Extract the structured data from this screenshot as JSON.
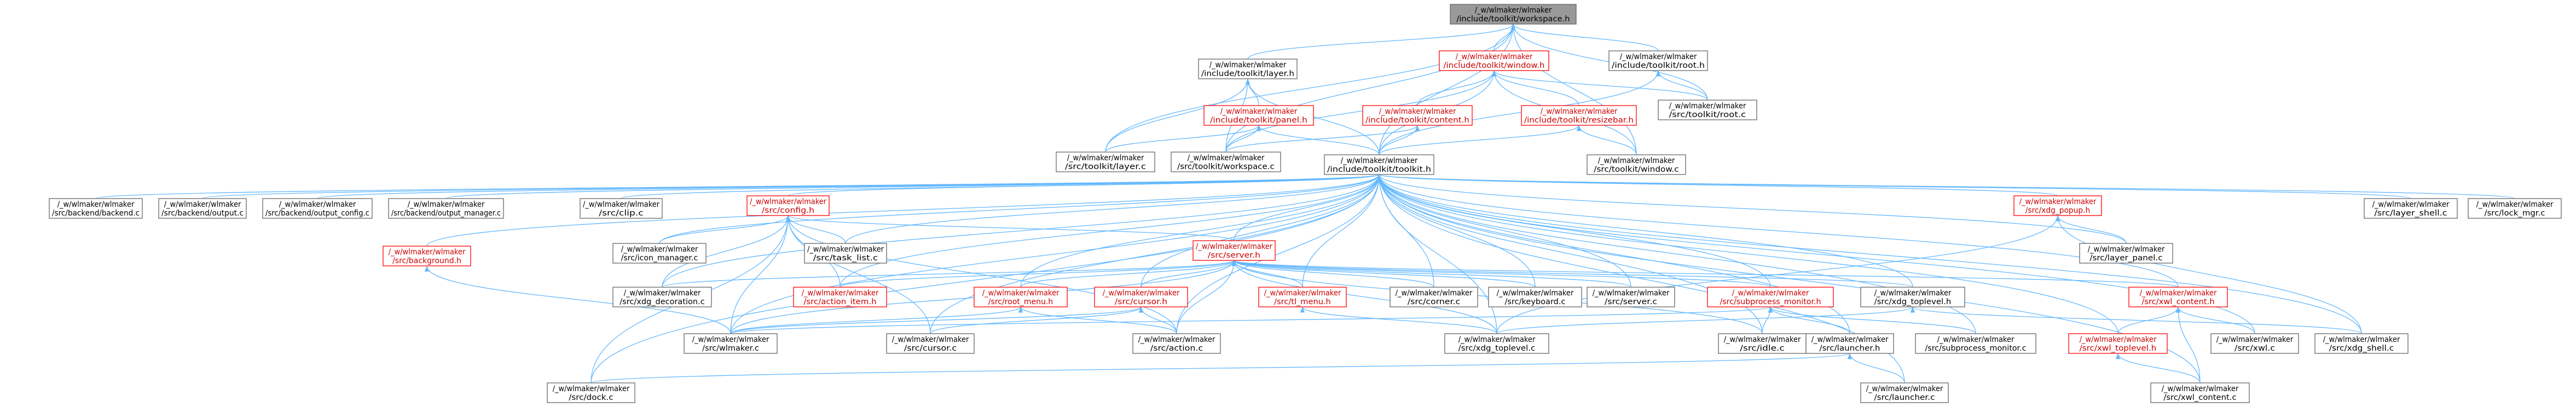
{
  "colors": {
    "edge": "#63b8ff",
    "root_fill": "#999999",
    "root_stroke": "#666666",
    "node_fill": "#ffffff",
    "node_stroke": "#666666",
    "incomplete_stroke": "#ff0000",
    "text": "#000000",
    "text_incomplete": "#cc0000"
  },
  "nodes": [
    {
      "id": "ws_h",
      "l1": "/_w/wlmaker/wlmaker",
      "l2": "/include/toolkit/workspace.h",
      "root": true,
      "red": false
    },
    {
      "id": "layer_h",
      "l1": "/_w/wlmaker/wlmaker",
      "l2": "/include/toolkit/layer.h",
      "red": false
    },
    {
      "id": "window_h",
      "l1": "/_w/wlmaker/wlmaker",
      "l2": "/include/toolkit/window.h",
      "red": true
    },
    {
      "id": "root_h",
      "l1": "/_w/wlmaker/wlmaker",
      "l2": "/include/toolkit/root.h",
      "red": false
    },
    {
      "id": "panel_h",
      "l1": "/_w/wlmaker/wlmaker",
      "l2": "/include/toolkit/panel.h",
      "red": true
    },
    {
      "id": "content_h",
      "l1": "/_w/wlmaker/wlmaker",
      "l2": "/include/toolkit/content.h",
      "red": true
    },
    {
      "id": "resizebar_h",
      "l1": "/_w/wlmaker/wlmaker",
      "l2": "/include/toolkit/resizebar.h",
      "red": true
    },
    {
      "id": "root_c",
      "l1": "/_w/wlmaker/wlmaker",
      "l2": "/src/toolkit/root.c",
      "red": false
    },
    {
      "id": "layer_c",
      "l1": "/_w/wlmaker/wlmaker",
      "l2": "/src/toolkit/layer.c",
      "red": false
    },
    {
      "id": "workspace_c",
      "l1": "/_w/wlmaker/wlmaker",
      "l2": "/src/toolkit/workspace.c",
      "red": false
    },
    {
      "id": "toolkit_h",
      "l1": "/_w/wlmaker/wlmaker",
      "l2": "/include/toolkit/toolkit.h",
      "red": false
    },
    {
      "id": "window_c",
      "l1": "/_w/wlmaker/wlmaker",
      "l2": "/src/toolkit/window.c",
      "red": false
    },
    {
      "id": "backend_c",
      "l1": "/_w/wlmaker/wlmaker",
      "l2": "/src/backend/backend.c",
      "red": false
    },
    {
      "id": "output_c",
      "l1": "/_w/wlmaker/wlmaker",
      "l2": "/src/backend/output.c",
      "red": false
    },
    {
      "id": "output_config_c",
      "l1": "/_w/wlmaker/wlmaker",
      "l2": "/src/backend/output_config.c",
      "red": false
    },
    {
      "id": "output_manager_c",
      "l1": "/_w/wlmaker/wlmaker",
      "l2": "/src/backend/output_manager.c",
      "red": false
    },
    {
      "id": "clip_c",
      "l1": "/_w/wlmaker/wlmaker",
      "l2": "/src/clip.c",
      "red": false
    },
    {
      "id": "config_h",
      "l1": "/_w/wlmaker/wlmaker",
      "l2": "/src/config.h",
      "red": true
    },
    {
      "id": "xdg_popup_h",
      "l1": "/_w/wlmaker/wlmaker",
      "l2": "/src/xdg_popup.h",
      "red": true
    },
    {
      "id": "layer_shell_c",
      "l1": "/_w/wlmaker/wlmaker",
      "l2": "/src/layer_shell.c",
      "red": false
    },
    {
      "id": "lock_mgr_c",
      "l1": "/_w/wlmaker/wlmaker",
      "l2": "/src/lock_mgr.c",
      "red": false
    },
    {
      "id": "background_h",
      "l1": "/_w/wlmaker/wlmaker",
      "l2": "/src/background.h",
      "red": true
    },
    {
      "id": "icon_manager_c",
      "l1": "/_w/wlmaker/wlmaker",
      "l2": "/src/icon_manager.c",
      "red": false
    },
    {
      "id": "task_list_c",
      "l1": "/_w/wlmaker/wlmaker",
      "l2": "/src/task_list.c",
      "red": false
    },
    {
      "id": "server_h",
      "l1": "/_w/wlmaker/wlmaker",
      "l2": "/src/server.h",
      "red": true
    },
    {
      "id": "layer_panel_c",
      "l1": "/_w/wlmaker/wlmaker",
      "l2": "/src/layer_panel.c",
      "red": false
    },
    {
      "id": "xdg_decoration_c",
      "l1": "/_w/wlmaker/wlmaker",
      "l2": "/src/xdg_decoration.c",
      "red": false
    },
    {
      "id": "action_item_h",
      "l1": "/_w/wlmaker/wlmaker",
      "l2": "/src/action_item.h",
      "red": true
    },
    {
      "id": "root_menu_h",
      "l1": "/_w/wlmaker/wlmaker",
      "l2": "/src/root_menu.h",
      "red": true
    },
    {
      "id": "cursor_h",
      "l1": "/_w/wlmaker/wlmaker",
      "l2": "/src/cursor.h",
      "red": true
    },
    {
      "id": "tl_menu_h",
      "l1": "/_w/wlmaker/wlmaker",
      "l2": "/src/tl_menu.h",
      "red": true
    },
    {
      "id": "corner_c",
      "l1": "/_w/wlmaker/wlmaker",
      "l2": "/src/corner.c",
      "red": false
    },
    {
      "id": "keyboard_c",
      "l1": "/_w/wlmaker/wlmaker",
      "l2": "/src/keyboard.c",
      "red": false
    },
    {
      "id": "server_c",
      "l1": "/_w/wlmaker/wlmaker",
      "l2": "/src/server.c",
      "red": false
    },
    {
      "id": "subprocess_monitor_h",
      "l1": "/_w/wlmaker/wlmaker",
      "l2": "/src/subprocess_monitor.h",
      "red": true
    },
    {
      "id": "xdg_toplevel_h",
      "l1": "/_w/wlmaker/wlmaker",
      "l2": "/src/xdg_toplevel.h",
      "red": false
    },
    {
      "id": "xwl_content_h",
      "l1": "/_w/wlmaker/wlmaker",
      "l2": "/src/xwl_content.h",
      "red": true
    },
    {
      "id": "wlmaker_c",
      "l1": "/_w/wlmaker/wlmaker",
      "l2": "/src/wlmaker.c",
      "red": false
    },
    {
      "id": "cursor_c",
      "l1": "/_w/wlmaker/wlmaker",
      "l2": "/src/cursor.c",
      "red": false
    },
    {
      "id": "action_c",
      "l1": "/_w/wlmaker/wlmaker",
      "l2": "/src/action.c",
      "red": false
    },
    {
      "id": "xdg_toplevel_c",
      "l1": "/_w/wlmaker/wlmaker",
      "l2": "/src/xdg_toplevel.c",
      "red": false
    },
    {
      "id": "idle_c",
      "l1": "/_w/wlmaker/wlmaker",
      "l2": "/src/idle.c",
      "red": false
    },
    {
      "id": "launcher_h",
      "l1": "/_w/wlmaker/wlmaker",
      "l2": "/src/launcher.h",
      "red": false
    },
    {
      "id": "subprocess_monitor_c",
      "l1": "/_w/wlmaker/wlmaker",
      "l2": "/src/subprocess_monitor.c",
      "red": false
    },
    {
      "id": "xwl_toplevel_h",
      "l1": "/_w/wlmaker/wlmaker",
      "l2": "/src/xwl_toplevel.h",
      "red": true
    },
    {
      "id": "xwl_c",
      "l1": "/_w/wlmaker/wlmaker",
      "l2": "/src/xwl.c",
      "red": false
    },
    {
      "id": "xdg_shell_c",
      "l1": "/_w/wlmaker/wlmaker",
      "l2": "/src/xdg_shell.c",
      "red": false
    },
    {
      "id": "dock_c",
      "l1": "/_w/wlmaker/wlmaker",
      "l2": "/src/dock.c",
      "red": false
    },
    {
      "id": "launcher_c",
      "l1": "/_w/wlmaker/wlmaker",
      "l2": "/src/launcher.c",
      "red": false
    },
    {
      "id": "xwl_content_c",
      "l1": "/_w/wlmaker/wlmaker",
      "l2": "/src/xwl_content.c",
      "red": false
    }
  ],
  "edges": [
    [
      "layer_h",
      "ws_h"
    ],
    [
      "window_h",
      "ws_h"
    ],
    [
      "root_h",
      "ws_h"
    ],
    [
      "toolkit_h",
      "ws_h"
    ],
    [
      "layer_c",
      "ws_h"
    ],
    [
      "workspace_c",
      "ws_h"
    ],
    [
      "window_c",
      "ws_h"
    ],
    [
      "root_c",
      "ws_h"
    ],
    [
      "panel_h",
      "layer_h"
    ],
    [
      "toolkit_h",
      "layer_h"
    ],
    [
      "layer_c",
      "layer_h"
    ],
    [
      "workspace_c",
      "layer_h"
    ],
    [
      "content_h",
      "window_h"
    ],
    [
      "resizebar_h",
      "window_h"
    ],
    [
      "toolkit_h",
      "window_h"
    ],
    [
      "window_c",
      "window_h"
    ],
    [
      "root_c",
      "window_h"
    ],
    [
      "workspace_c",
      "window_h"
    ],
    [
      "toolkit_h",
      "root_h"
    ],
    [
      "root_c",
      "root_h"
    ],
    [
      "toolkit_h",
      "panel_h"
    ],
    [
      "layer_c",
      "panel_h"
    ],
    [
      "workspace_c",
      "panel_h"
    ],
    [
      "toolkit_h",
      "content_h"
    ],
    [
      "workspace_c",
      "content_h"
    ],
    [
      "toolkit_h",
      "resizebar_h"
    ],
    [
      "window_c",
      "resizebar_h"
    ],
    [
      "backend_c",
      "toolkit_h"
    ],
    [
      "output_c",
      "toolkit_h"
    ],
    [
      "output_config_c",
      "toolkit_h"
    ],
    [
      "output_manager_c",
      "toolkit_h"
    ],
    [
      "clip_c",
      "toolkit_h"
    ],
    [
      "config_h",
      "toolkit_h"
    ],
    [
      "xdg_popup_h",
      "toolkit_h"
    ],
    [
      "layer_shell_c",
      "toolkit_h"
    ],
    [
      "lock_mgr_c",
      "toolkit_h"
    ],
    [
      "background_h",
      "toolkit_h"
    ],
    [
      "icon_manager_c",
      "toolkit_h"
    ],
    [
      "task_list_c",
      "toolkit_h"
    ],
    [
      "server_h",
      "toolkit_h"
    ],
    [
      "layer_panel_c",
      "toolkit_h"
    ],
    [
      "xdg_decoration_c",
      "toolkit_h"
    ],
    [
      "action_item_h",
      "toolkit_h"
    ],
    [
      "root_menu_h",
      "toolkit_h"
    ],
    [
      "cursor_h",
      "toolkit_h"
    ],
    [
      "tl_menu_h",
      "toolkit_h"
    ],
    [
      "corner_c",
      "toolkit_h"
    ],
    [
      "keyboard_c",
      "toolkit_h"
    ],
    [
      "server_c",
      "toolkit_h"
    ],
    [
      "subprocess_monitor_h",
      "toolkit_h"
    ],
    [
      "xdg_toplevel_h",
      "toolkit_h"
    ],
    [
      "xwl_content_h",
      "toolkit_h"
    ],
    [
      "wlmaker_c",
      "toolkit_h"
    ],
    [
      "cursor_c",
      "toolkit_h"
    ],
    [
      "action_c",
      "toolkit_h"
    ],
    [
      "xdg_toplevel_c",
      "toolkit_h"
    ],
    [
      "idle_c",
      "toolkit_h"
    ],
    [
      "launcher_h",
      "toolkit_h"
    ],
    [
      "subprocess_monitor_c",
      "toolkit_h"
    ],
    [
      "xwl_toplevel_h",
      "toolkit_h"
    ],
    [
      "xwl_c",
      "toolkit_h"
    ],
    [
      "xdg_shell_c",
      "toolkit_h"
    ],
    [
      "dock_c",
      "toolkit_h"
    ],
    [
      "launcher_c",
      "toolkit_h"
    ],
    [
      "xwl_content_c",
      "toolkit_h"
    ],
    [
      "icon_manager_c",
      "config_h"
    ],
    [
      "task_list_c",
      "config_h"
    ],
    [
      "server_h",
      "config_h"
    ],
    [
      "xdg_decoration_c",
      "config_h"
    ],
    [
      "action_item_h",
      "config_h"
    ],
    [
      "wlmaker_c",
      "config_h"
    ],
    [
      "cursor_c",
      "config_h"
    ],
    [
      "dock_c",
      "config_h"
    ],
    [
      "action_c",
      "config_h"
    ],
    [
      "xdg_shell_c",
      "xdg_popup_h"
    ],
    [
      "layer_panel_c",
      "xdg_popup_h"
    ],
    [
      "xdg_toplevel_c",
      "xdg_popup_h"
    ],
    [
      "wlmaker_c",
      "background_h"
    ],
    [
      "xdg_decoration_c",
      "server_h"
    ],
    [
      "action_item_h",
      "server_h"
    ],
    [
      "root_menu_h",
      "server_h"
    ],
    [
      "cursor_h",
      "server_h"
    ],
    [
      "tl_menu_h",
      "server_h"
    ],
    [
      "corner_c",
      "server_h"
    ],
    [
      "keyboard_c",
      "server_h"
    ],
    [
      "server_c",
      "server_h"
    ],
    [
      "subprocess_monitor_h",
      "server_h"
    ],
    [
      "xdg_toplevel_h",
      "server_h"
    ],
    [
      "xwl_content_h",
      "server_h"
    ],
    [
      "wlmaker_c",
      "server_h"
    ],
    [
      "action_c",
      "server_h"
    ],
    [
      "xdg_toplevel_c",
      "server_h"
    ],
    [
      "idle_c",
      "server_h"
    ],
    [
      "wlmaker_c",
      "root_menu_h"
    ],
    [
      "action_c",
      "root_menu_h"
    ],
    [
      "cursor_c",
      "cursor_h"
    ],
    [
      "action_c",
      "cursor_h"
    ],
    [
      "wlmaker_c",
      "cursor_h"
    ],
    [
      "xdg_toplevel_c",
      "tl_menu_h"
    ],
    [
      "subprocess_monitor_c",
      "subprocess_monitor_h"
    ],
    [
      "launcher_h",
      "subprocess_monitor_h"
    ],
    [
      "wlmaker_c",
      "subprocess_monitor_h"
    ],
    [
      "idle_c",
      "subprocess_monitor_h"
    ],
    [
      "xdg_toplevel_c",
      "xdg_toplevel_h"
    ],
    [
      "xdg_shell_c",
      "xdg_toplevel_h"
    ],
    [
      "xwl_toplevel_h",
      "xwl_content_h"
    ],
    [
      "xwl_c",
      "xwl_content_h"
    ],
    [
      "xwl_content_c",
      "xwl_content_h"
    ],
    [
      "launcher_c",
      "launcher_h"
    ],
    [
      "dock_c",
      "launcher_h"
    ],
    [
      "xwl_content_c",
      "xwl_toplevel_h"
    ]
  ]
}
